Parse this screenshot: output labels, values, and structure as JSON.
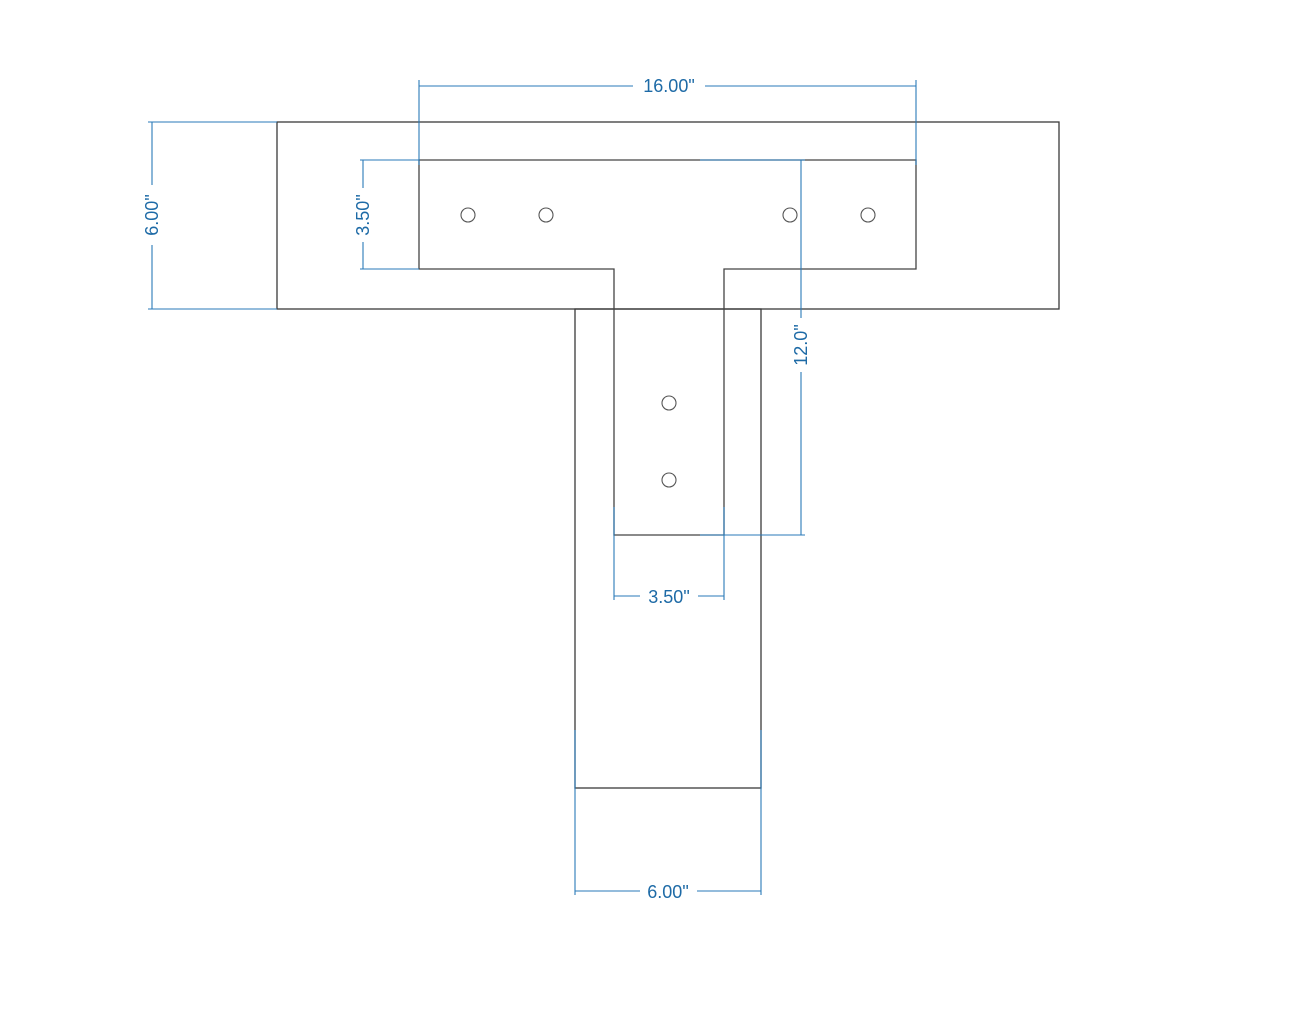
{
  "drawing": {
    "title": "T-bracket plate on timber T-joint",
    "colors": {
      "outline": "#3a3a3a",
      "dimension": "#2a7ab8",
      "dimension_text": "#1d6aa6",
      "background": "#ffffff"
    },
    "dimensions": {
      "plate_width": "16.00\"",
      "beam_depth": "6.00\"",
      "plate_arm_height": "3.50\"",
      "plate_leg_length": "12.0\"",
      "plate_leg_width": "3.50\"",
      "post_width": "6.00\""
    },
    "holes": {
      "arm_count": 4,
      "leg_count": 2,
      "symbol": "circle"
    }
  }
}
